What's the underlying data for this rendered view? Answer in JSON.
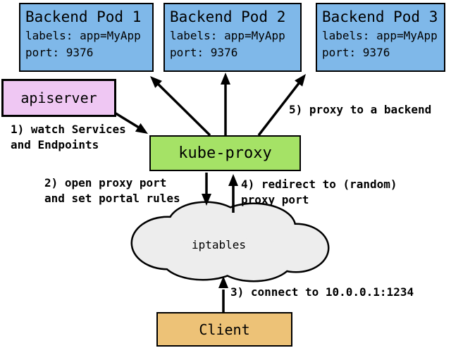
{
  "diagram": {
    "title_hint": "Kubernetes userspace proxy overview",
    "colors": {
      "pod_fill": "#7FB8E9",
      "apiserver_fill": "#EFC7F3",
      "kubeproxy_fill": "#A5E266",
      "client_fill": "#EDC277",
      "cloud_fill": "#EDEDED",
      "line": "#000000",
      "background": "#ffffff"
    }
  },
  "pods": [
    {
      "title": "Backend Pod 1",
      "labels": "labels: app=MyApp",
      "port": "port: 9376"
    },
    {
      "title": "Backend Pod 2",
      "labels": "labels: app=MyApp",
      "port": "port: 9376"
    },
    {
      "title": "Backend Pod 3",
      "labels": "labels: app=MyApp",
      "port": "port: 9376"
    }
  ],
  "apiserver": {
    "label": "apiserver"
  },
  "kubeproxy": {
    "label": "kube-proxy"
  },
  "cloud": {
    "label": "iptables"
  },
  "client": {
    "label": "Client"
  },
  "steps": {
    "step1": {
      "line1": "1) watch Services",
      "line2": "and Endpoints"
    },
    "step2": {
      "line1": "2) open proxy port",
      "line2": "and set portal rules"
    },
    "step3": {
      "line1": "3) connect to 10.0.0.1:1234"
    },
    "step4": {
      "line1": "4) redirect to (random)",
      "line2": "proxy port"
    },
    "step5": {
      "line1": "5) proxy to a backend"
    }
  }
}
